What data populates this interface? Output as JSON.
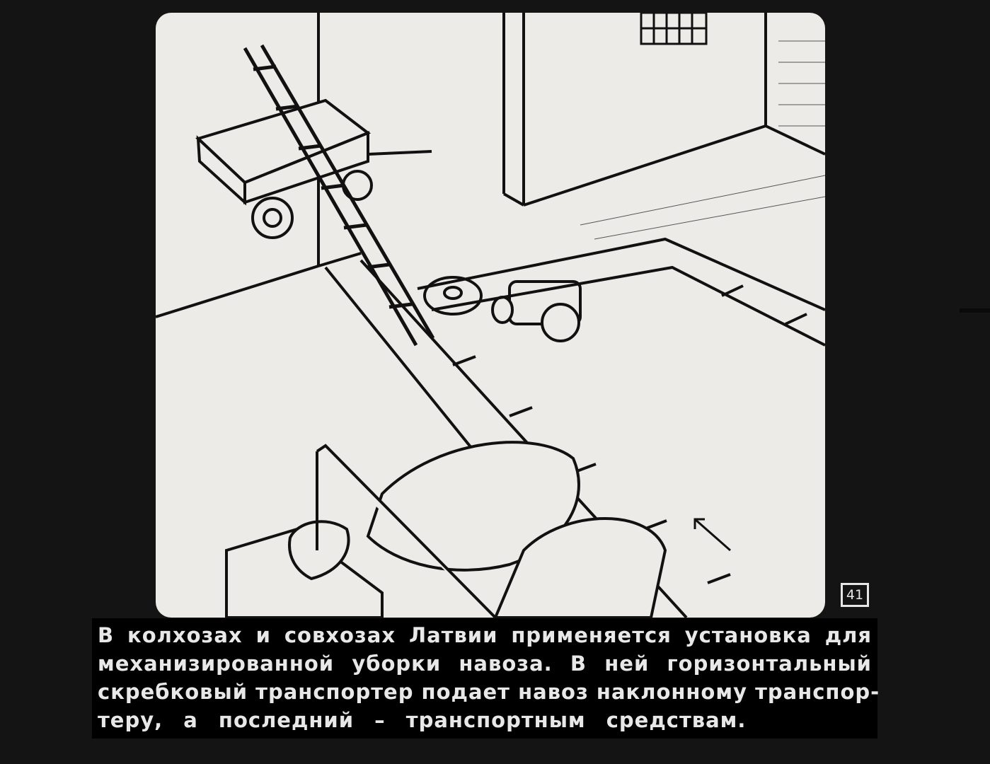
{
  "slide": {
    "number": "41",
    "caption_lines": [
      "В колхозах и совхозах Латвии применяется установка для",
      "механизированной уборки навоза. В ней горизонтальный",
      "скребковый транспортер подает навоз наклонному транспор-",
      "теру, а последний – транспортным средствам."
    ]
  },
  "illustration": {
    "ink_color": "#111111",
    "paper_color": "#ecebe8"
  }
}
